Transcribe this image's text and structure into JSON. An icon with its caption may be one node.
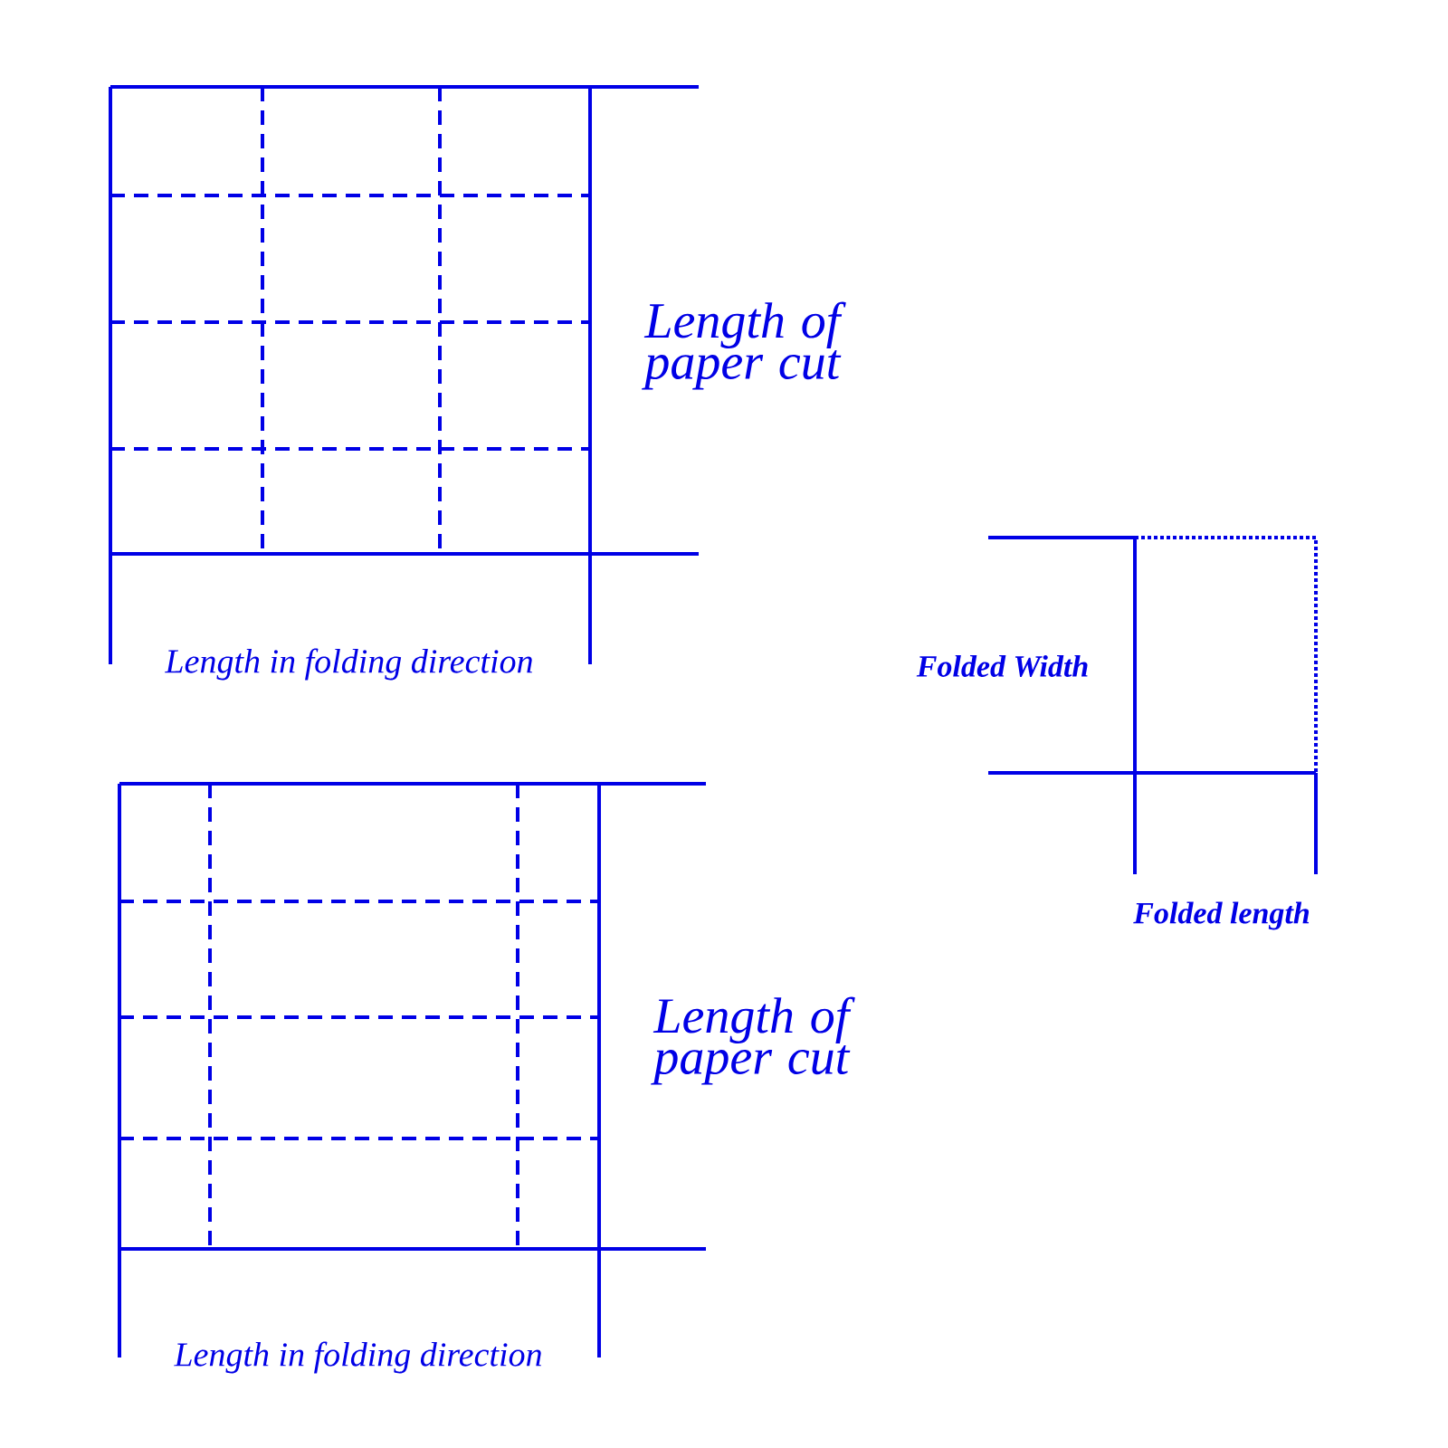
{
  "diagram": {
    "labels": [
      "Length of paper cut",
      "Length in folding direction",
      "Folded Width",
      "Folded length",
      "Length of paper cut",
      "Length in folding direction"
    ]
  }
}
